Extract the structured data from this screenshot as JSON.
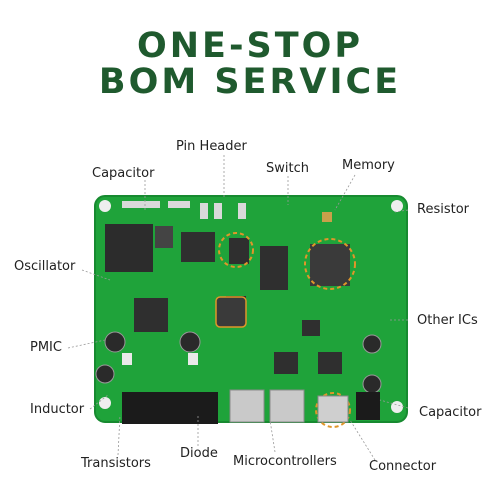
{
  "header": {
    "line1": "ONE-STOP",
    "line2": "BOM SERVICE"
  },
  "labels": {
    "capacitor_top": "Capacitor",
    "pin_header": "Pin Header",
    "switch": "Switch",
    "memory": "Memory",
    "resistor": "Resistor",
    "oscillator": "Oscillator",
    "other_ics": "Other ICs",
    "pmic": "PMIC",
    "inductor": "Inductor",
    "capacitor_right": "Capacitor",
    "transistors": "Transistors",
    "diode": "Diode",
    "microcontrollers": "Microcontrollers",
    "connector": "Connector"
  },
  "colors": {
    "brand_green": "#1f5a2e",
    "pcb_green": "#1fa33a",
    "highlight_orange": "#e0962a"
  }
}
